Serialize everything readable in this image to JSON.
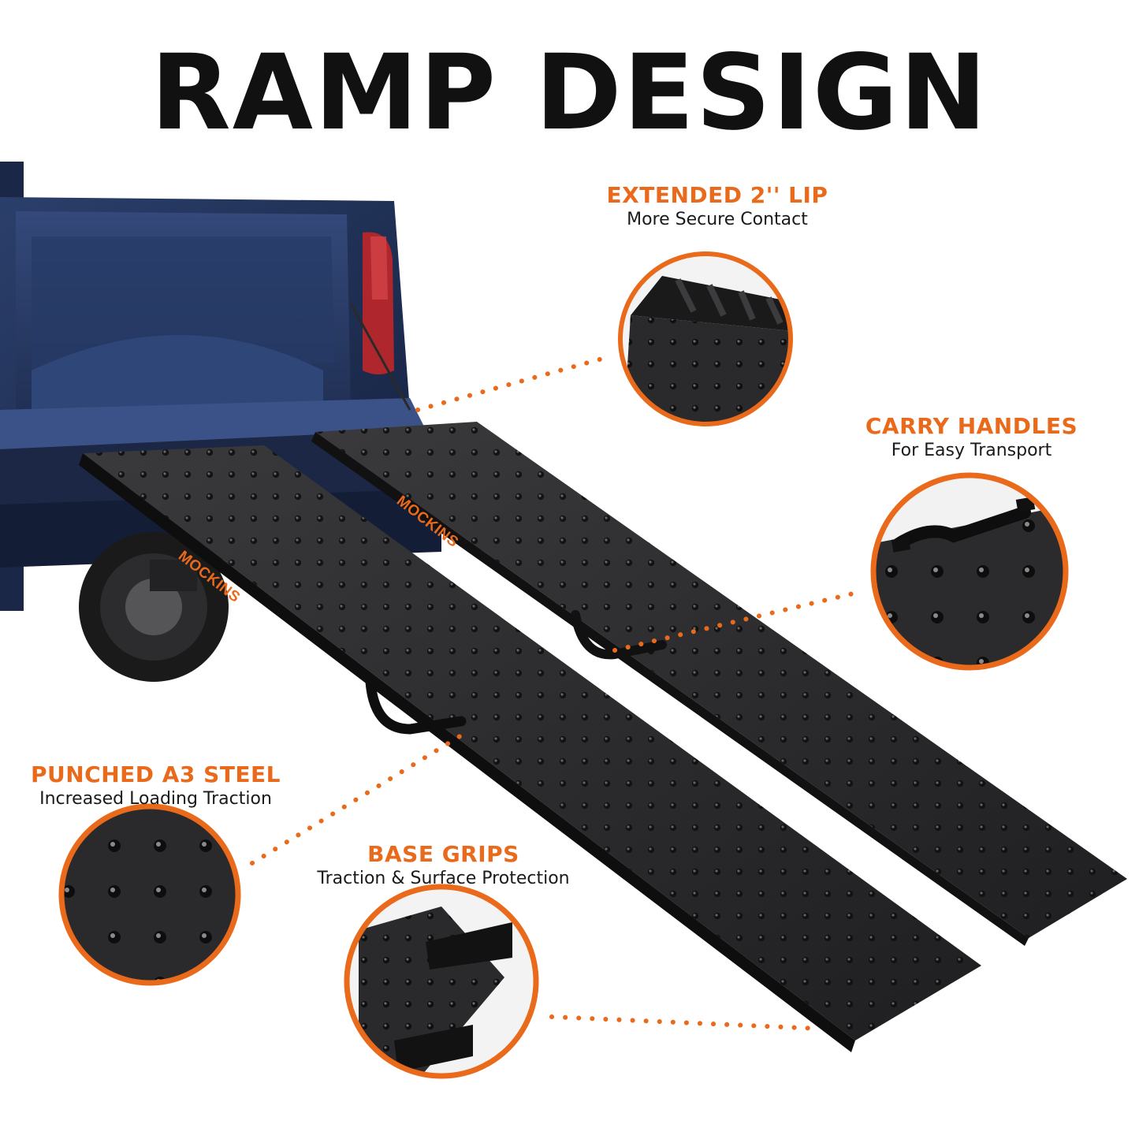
{
  "title": "RAMP DESIGN",
  "brand": "MOCKINS",
  "accent_color": "#ea6a1c",
  "features": [
    {
      "heading": "EXTENDED 2'' LIP",
      "subtext": "More Secure Contact"
    },
    {
      "heading": "CARRY HANDLES",
      "subtext": "For Easy Transport"
    },
    {
      "heading": "PUNCHED A3 STEEL",
      "subtext": "Increased Loading Traction"
    },
    {
      "heading": "BASE GRIPS",
      "subtext": "Traction & Surface Protection"
    }
  ]
}
